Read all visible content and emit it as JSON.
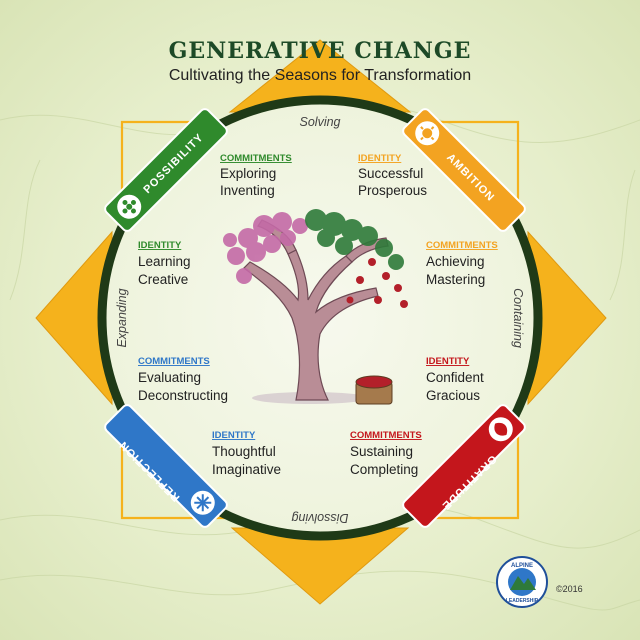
{
  "title": "Generative Change",
  "subtitle": "Cultivating the Seasons for Transformation",
  "seasons": {
    "top": "Solving",
    "right": "Containing",
    "bottom": "Dissolving",
    "left": "Expanding"
  },
  "tabs": {
    "possibility": {
      "label": "POSSIBILITY",
      "color": "#2f8a2c",
      "icon": "flower-icon"
    },
    "ambition": {
      "label": "AMBITION",
      "color": "#f3a321",
      "icon": "sun-icon"
    },
    "gratitude": {
      "label": "GRATITUDE",
      "color": "#c4161c",
      "icon": "leaf-icon"
    },
    "reflection": {
      "label": "REFLECTION",
      "color": "#2f77c8",
      "icon": "snowflake-icon"
    }
  },
  "blocks": {
    "possibility_commitments": {
      "heading": "COMMITMENTS",
      "line1": "Exploring",
      "line2": "Inventing"
    },
    "possibility_identity": {
      "heading": "IDENTITY",
      "line1": "Learning",
      "line2": "Creative"
    },
    "ambition_identity": {
      "heading": "IDENTITY",
      "line1": "Successful",
      "line2": "Prosperous"
    },
    "ambition_commitments": {
      "heading": "COMMITMENTS",
      "line1": "Achieving",
      "line2": "Mastering"
    },
    "gratitude_identity": {
      "heading": "IDENTITY",
      "line1": "Confident",
      "line2": "Gracious"
    },
    "gratitude_commitments": {
      "heading": "COMMITMENTS",
      "line1": "Sustaining",
      "line2": "Completing"
    },
    "reflection_commitments": {
      "heading": "COMMITMENTS",
      "line1": "Evaluating",
      "line2": "Deconstructing"
    },
    "reflection_identity": {
      "heading": "IDENTITY",
      "line1": "Thoughtful",
      "line2": "Imaginative"
    }
  },
  "logo": {
    "top_text": "ALPINE",
    "bottom_text": "LEADERSHIP"
  },
  "copyright": "©2016",
  "colors": {
    "star": "#f5b21c",
    "ring": "#1f3a17",
    "title": "#1d4a27"
  }
}
